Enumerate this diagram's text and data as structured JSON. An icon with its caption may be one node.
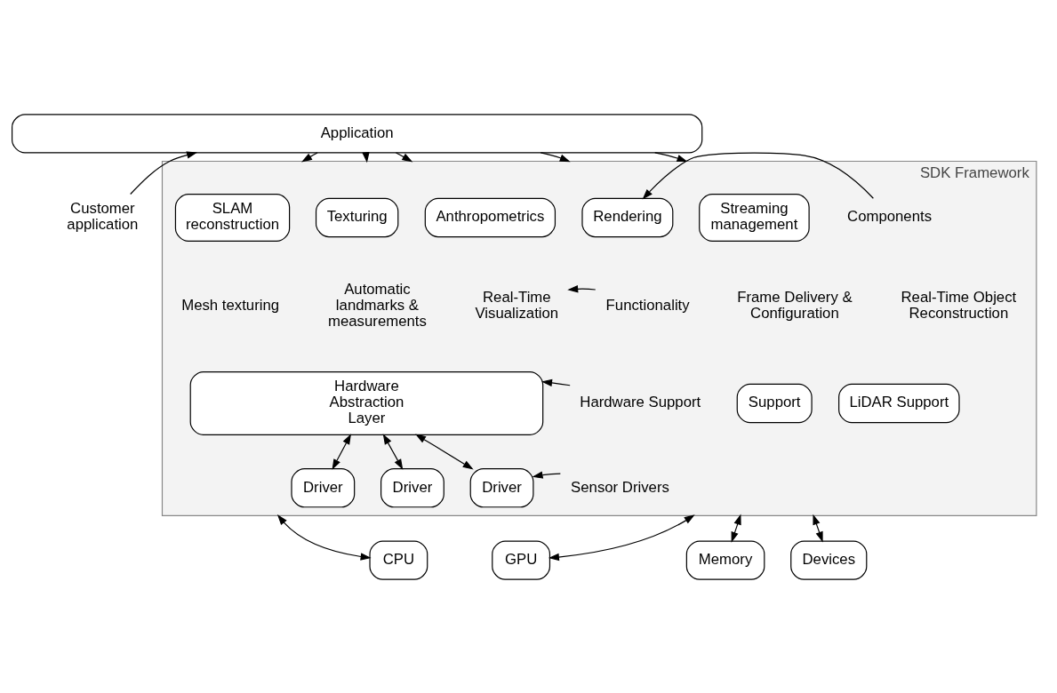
{
  "diagram": {
    "nodes": [
      {
        "text": [
          "Application"
        ]
      },
      {
        "text": [
          "Customer application"
        ]
      },
      {
        "text": [
          "SDK Framework"
        ]
      },
      {
        "text": [
          "Streaming management"
        ],
        "in": 2
      },
      {
        "text": [
          "SLAM reconstruction"
        ],
        "in": 2
      },
      {
        "text": [
          "Texturing"
        ],
        "in": 2
      },
      {
        "text": [
          "Anthropometrics"
        ],
        "in": 2
      },
      {
        "text": [
          "Rendering"
        ],
        "in": 2
      },
      {
        "text": [
          "Components"
        ],
        "in": 2
      },
      {
        "text": [
          "Real-Time Visualization"
        ],
        "in": 2
      },
      {
        "text": [
          "Functionality"
        ],
        "in": 2
      },
      {
        "text": [
          "Support"
        ],
        "in": 2
      },
      {
        "text": [
          "LiDAR Support"
        ],
        "in": 2
      },
      {
        "text": [
          "Hardware Abstraction Layer"
        ],
        "in": 2
      },
      {
        "text": [
          "Hardware Support"
        ],
        "in": 2
      },
      {
        "text": [
          "Driver"
        ],
        "in": 2
      },
      {
        "text": [
          "Driver"
        ],
        "in": 2
      },
      {
        "text": [
          "Driver"
        ],
        "in": 2
      },
      {
        "text": [
          "Sensor Drivers"
        ],
        "in": 2
      },
      {
        "text": [
          "CPU"
        ]
      },
      {
        "text": [
          "GPU"
        ]
      },
      {
        "text": [
          "Memory"
        ]
      },
      {
        "text": [
          "Devices"
        ]
      }
    ],
    "edges": [
      {
        "from": 1,
        "to": 0,
        "arrow": "to"
      },
      {
        "from": 0,
        "to": 2,
        "arrow": "to"
      },
      {
        "from": 0,
        "to": 2,
        "arrow": "to"
      },
      {
        "from": 0,
        "to": 2,
        "arrow": "to"
      },
      {
        "from": 0,
        "to": 2,
        "arrow": "to"
      },
      {
        "from": 0,
        "to": 2,
        "arrow": "to"
      },
      {
        "from": 8,
        "to": 7,
        "arrow": "to"
      },
      {
        "from": 10,
        "to": 9,
        "arrow": "to"
      },
      {
        "from": 14,
        "to": 13,
        "arrow": "to"
      },
      {
        "from": 13,
        "to": 15,
        "arrow": "both"
      },
      {
        "from": 13,
        "to": 16,
        "arrow": "both"
      },
      {
        "from": 13,
        "to": 17,
        "arrow": "both"
      },
      {
        "from": 18,
        "to": 17,
        "arrow": "to"
      },
      {
        "from": 2,
        "to": 19,
        "arrow": "both"
      },
      {
        "from": 2,
        "to": 20,
        "arrow": "both"
      },
      {
        "from": 2,
        "to": 21,
        "arrow": "both"
      },
      {
        "from": 2,
        "to": 22,
        "arrow": "both"
      }
    ],
    "labels": [
      "Frame Delivery & Configuration",
      "Real-Time Object Reconstruction",
      "Mesh texturing",
      "Automatic landmarks & measurements"
    ]
  }
}
